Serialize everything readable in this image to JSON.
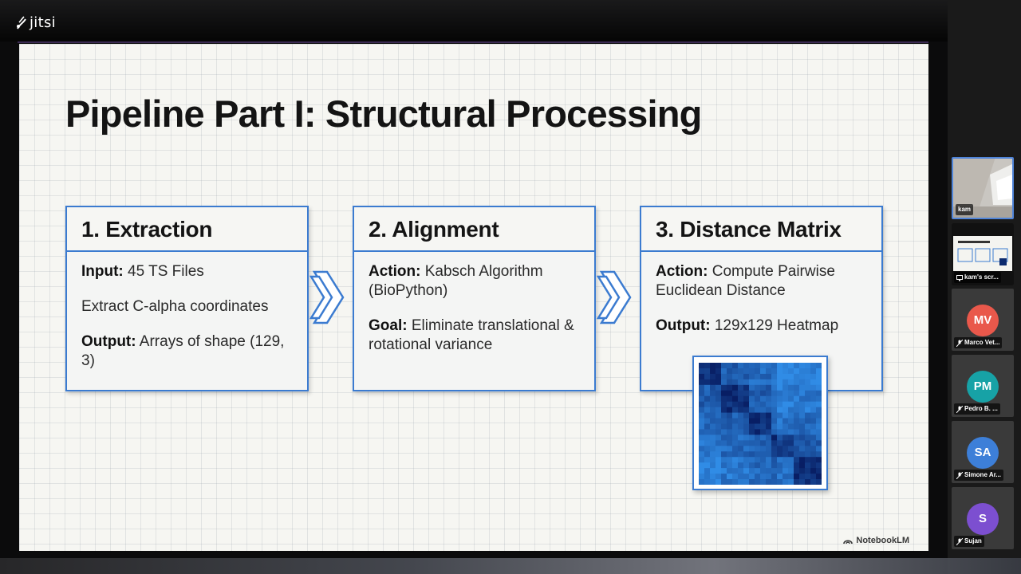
{
  "app": {
    "logo_text": "jitsi"
  },
  "slide": {
    "title": "Pipeline Part I: Structural Processing",
    "watermark": "NotebookLM",
    "cards": [
      {
        "heading": "1. Extraction",
        "lines": [
          {
            "label": "Input:",
            "text": " 45 TS Files"
          },
          {
            "label": "",
            "text": "Extract C-alpha coordinates"
          },
          {
            "label": "Output:",
            "text": " Arrays of shape (129, 3)"
          }
        ]
      },
      {
        "heading": "2. Alignment",
        "lines": [
          {
            "label": "Action:",
            "text": " Kabsch Algorithm (BioPython)"
          },
          {
            "label": "Goal:",
            "text": " Eliminate translational & rotational variance"
          }
        ]
      },
      {
        "heading": "3. Distance Matrix",
        "lines": [
          {
            "label": "Action:",
            "text": " Compute Pairwise Euclidean Distance"
          },
          {
            "label": "Output:",
            "text": " 129x129 Heatmap"
          }
        ]
      }
    ]
  },
  "participants": [
    {
      "name": "kam",
      "initials": "",
      "type": "camera",
      "active": true
    },
    {
      "name": "kam's scr...",
      "initials": "",
      "type": "screen",
      "active": false
    },
    {
      "name": "Marco Vet...",
      "initials": "MV",
      "color": "#e9584b",
      "type": "avatar",
      "active": false
    },
    {
      "name": "Pedro B. ...",
      "initials": "PM",
      "color": "#17a2a6",
      "type": "avatar",
      "active": false
    },
    {
      "name": "Simone Ar...",
      "initials": "SA",
      "color": "#3d7fd8",
      "type": "avatar",
      "active": false
    },
    {
      "name": "Sujan",
      "initials": "S",
      "color": "#7c4fd0",
      "type": "avatar",
      "active": false
    }
  ],
  "colors": {
    "card_border": "#3b7bd0",
    "slide_bg": "#f6f6f2",
    "heatmap_dark": "#0b2a6e"
  },
  "icons": [
    "jitsi-logo-icon",
    "chevron-arrow-icon",
    "heatmap-image",
    "notebooklm-icon",
    "mic-muted-icon"
  ]
}
